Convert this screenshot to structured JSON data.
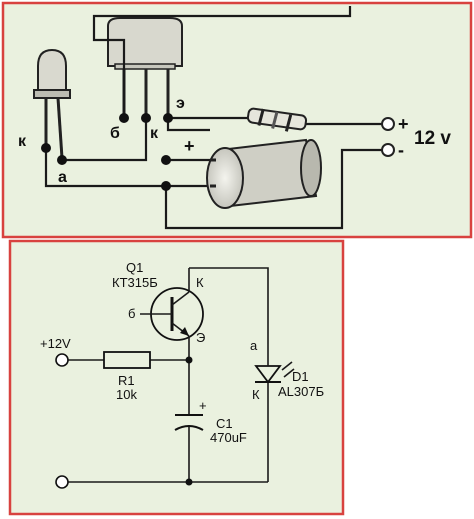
{
  "wiring": {
    "pin_k_left": "к",
    "pin_a": "а",
    "pin_b": "б",
    "pin_k_mid": "к",
    "pin_e": "э",
    "cap_plus": "+",
    "supply_plus": "+",
    "supply_minus": "-",
    "supply_voltage": "12 v"
  },
  "schematic": {
    "q1_ref": "Q1",
    "q1_part": "КТ315Б",
    "q1_base": "б",
    "q1_collector": "К",
    "q1_emitter": "Э",
    "supply": "+12V",
    "r1_ref": "R1",
    "r1_value": "10k",
    "c1_plus": "+",
    "c1_ref": "C1",
    "c1_value": "470uF",
    "d1_anode": "а",
    "d1_ref": "D1",
    "d1_part": "AL307Б",
    "d1_cathode": "К"
  }
}
